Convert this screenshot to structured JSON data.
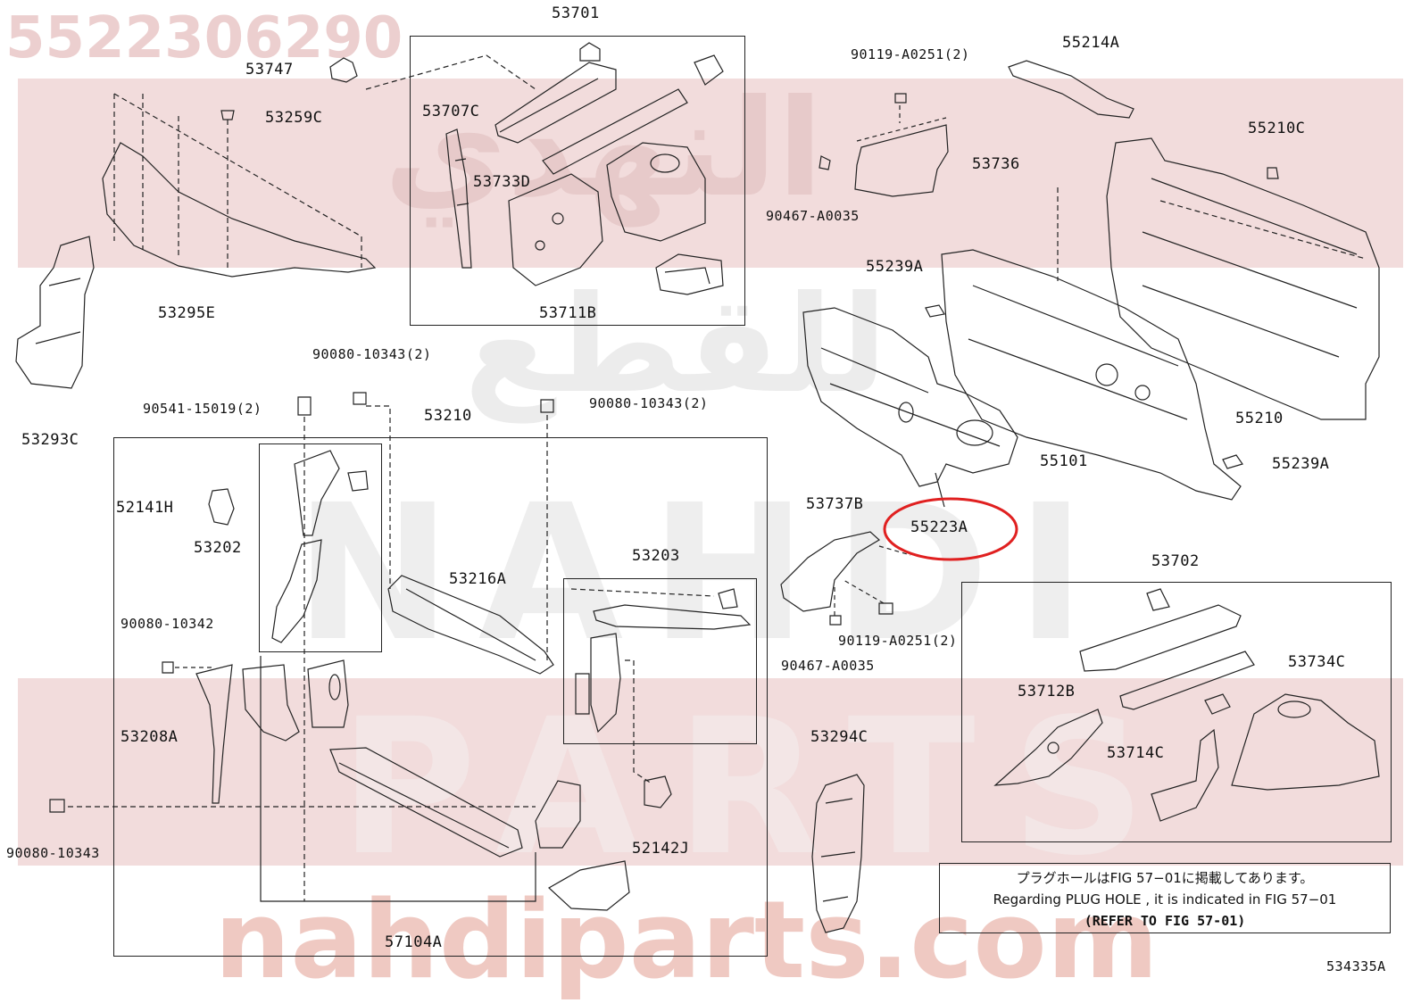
{
  "watermark": {
    "part_number": "5522306290",
    "arabic_brand": "النهدي",
    "arabic_parts": "للقطع",
    "latin_line1": "NAHDI",
    "latin_line2": "PARTS",
    "site": "nahdiparts.com",
    "brand_color": "#c0392b"
  },
  "labels": {
    "l53701": "53701",
    "l53747": "53747",
    "l53259C": "53259C",
    "l53707C": "53707C",
    "l53733D": "53733D",
    "l53711B": "53711B",
    "l53295E": "53295E",
    "l53293C": "53293C",
    "l90119a": "90119-A0251(2)",
    "l55214A": "55214A",
    "l53736": "53736",
    "l90467a": "90467-A0035",
    "l55210C": "55210C",
    "l55239Aa": "55239A",
    "l55210": "55210",
    "l55101": "55101",
    "l55239Ab": "55239A",
    "l53737B": "53737B",
    "l55223A": "55223A",
    "l90119b": "90119-A0251(2)",
    "l90467b": "90467-A0035",
    "l90080a": "90080-10343(2)",
    "l90541": "90541-15019(2)",
    "l90080b": "90080-10343(2)",
    "l53210": "53210",
    "l52141H": "52141H",
    "l53202": "53202",
    "l53216A": "53216A",
    "l53203": "53203",
    "l90080c": "90080-10342",
    "l53208A": "53208A",
    "l90080d": "90080-10343",
    "l52142J": "52142J",
    "l57104A": "57104A",
    "l53294C": "53294C",
    "l53702": "53702",
    "l53734C": "53734C",
    "l53712B": "53712B",
    "l53714C": "53714C",
    "l534335A": "534335A"
  },
  "highlight": {
    "target": "55223A",
    "color": "#e02020"
  },
  "notice": {
    "jp": "プラグホールはFIG 57−01に掲載してあります。",
    "en": "Regarding  PLUG  HOLE , it is indicated in FIG  57−01",
    "ref": "(REFER TO FIG 57-01)"
  }
}
